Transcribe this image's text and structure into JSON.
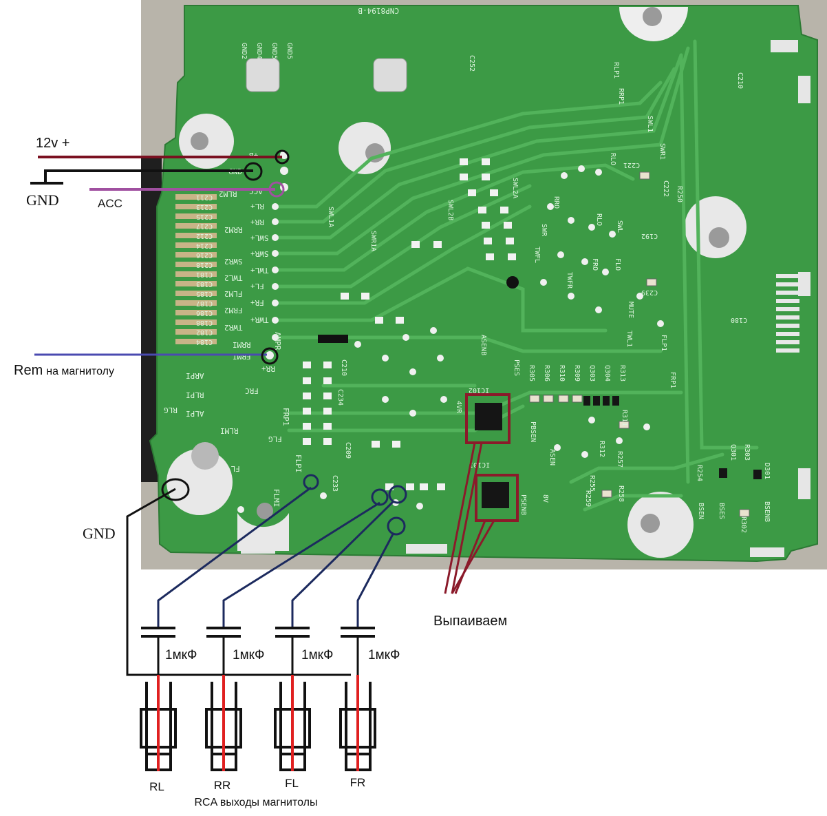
{
  "annotations": {
    "v12": "12v +",
    "gnd_top": "GND",
    "acc": "ACC",
    "rem_main": "Rem",
    "rem_sub": "на магнитолу",
    "gnd_bottom": "GND",
    "desolder": "Выпаиваем",
    "rca_title": "RCA выходы магнитолы"
  },
  "capacitors": [
    {
      "label": "1мкФ"
    },
    {
      "label": "1мкФ"
    },
    {
      "label": "1мкФ"
    },
    {
      "label": "1мкФ"
    }
  ],
  "rca_outputs": [
    {
      "label": "RL"
    },
    {
      "label": "RR"
    },
    {
      "label": "FL"
    },
    {
      "label": "FR"
    }
  ],
  "board": {
    "part_number": "CNP8194-B",
    "top_labels": [
      "GND2",
      "GND4",
      "GND5",
      "GND5"
    ],
    "left_pins": [
      "+B",
      "GND",
      "ACC",
      "RLM2",
      "RL+",
      "RR+",
      "RRM2",
      "SWL+",
      "SWR+",
      "SWR2",
      "TWL+",
      "TWL2",
      "FL+",
      "FLM2",
      "FR+",
      "FRM2",
      "TWR+",
      "TWR2",
      "AMPR",
      "RRMI",
      "ERMI",
      "RR+"
    ],
    "capacitor_labels": [
      "C211",
      "C213",
      "C215",
      "C217",
      "C212",
      "C214",
      "C216",
      "C218",
      "C181",
      "C183",
      "C185",
      "C187",
      "C186",
      "C188",
      "C182",
      "C184"
    ],
    "lower_left_labels": [
      "ARPI",
      "RLPI",
      "ALPI",
      "RLG",
      "RLMI",
      "FRC",
      "FRP1",
      "FLG",
      "FLPI",
      "FL-",
      "FLMI"
    ],
    "center_labels": [
      "C210",
      "C234",
      "C209",
      "C233",
      "SWL2A",
      "SWL2B",
      "SWL1A",
      "SWR1A",
      "ASENB",
      "PSES"
    ],
    "ic_labels": [
      "IC102",
      "IC101",
      "4VR",
      "PSENB",
      "PBSEN",
      "ASEN",
      "8V"
    ],
    "right_labels": [
      "RLP1",
      "RRP1",
      "SWL1",
      "SWR1",
      "RLO",
      "C221",
      "C222",
      "R250",
      "RRO",
      "SWR",
      "RLO",
      "SWL",
      "C192",
      "TWFL",
      "TWFR",
      "FRO",
      "FLO",
      "C239",
      "MUTE",
      "TWL1",
      "FLP1",
      "FRP1",
      "C180",
      "C210",
      "C252"
    ],
    "resistor_labels": [
      "R305",
      "R306",
      "R310",
      "R309",
      "Q303",
      "Q304",
      "R313",
      "R311",
      "R312",
      "R257",
      "R255",
      "R259",
      "R258",
      "R254",
      "Q301",
      "R303",
      "D301",
      "BSEN",
      "BSES",
      "R302",
      "BSENB"
    ]
  }
}
